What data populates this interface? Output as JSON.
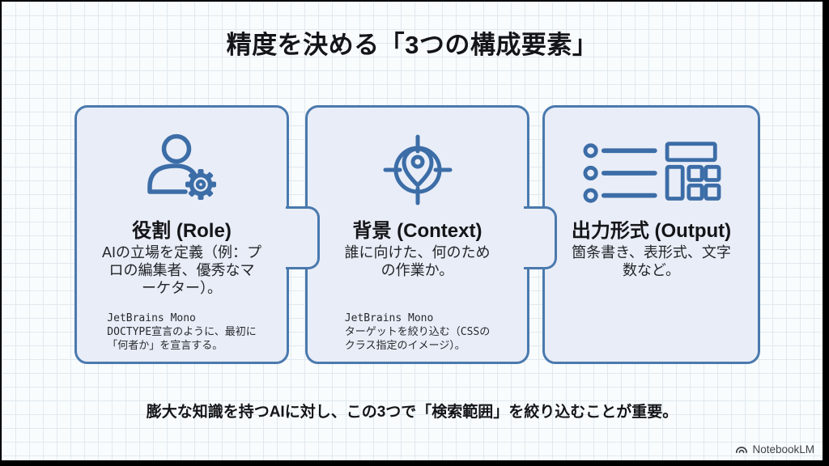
{
  "title": "精度を決める「3つの構成要素」",
  "cards": [
    {
      "id": "role",
      "icon": "user-gear-icon",
      "title": "役割 (Role)",
      "body": "AIの立場を定義（例：プ\nロの編集者、優秀なマ\nーケター）。",
      "note": "JetBrains Mono\nDOCTYPE宣言のように、最初に\n「何者か」を宣言する。"
    },
    {
      "id": "context",
      "icon": "target-pin-icon",
      "title": "背景 (Context)",
      "body": "誰に向けた、何のため\nの作業か。",
      "note": "JetBrains Mono\nターゲットを絞り込む（CSSの\nクラス指定のイメージ）。"
    },
    {
      "id": "output",
      "icon": "list-table-icon",
      "title": "出力形式 (Output)",
      "body": "箇条書き、表形式、文字\n数など。",
      "note": ""
    }
  ],
  "footer": {
    "statement": "膨大な知識を持つAIに対し、この3つで「検索範囲」を絞り込むことが重要。"
  },
  "watermark": {
    "label": "NotebookLM"
  },
  "colors": {
    "paper": "#f9fcfd",
    "grid_line": "#e0e9ee",
    "card_fill": "#e9edf7",
    "card_border": "#4a79ae",
    "icon_stroke": "#3c6da7",
    "text_primary": "#141518",
    "watermark": "#3f4346"
  }
}
